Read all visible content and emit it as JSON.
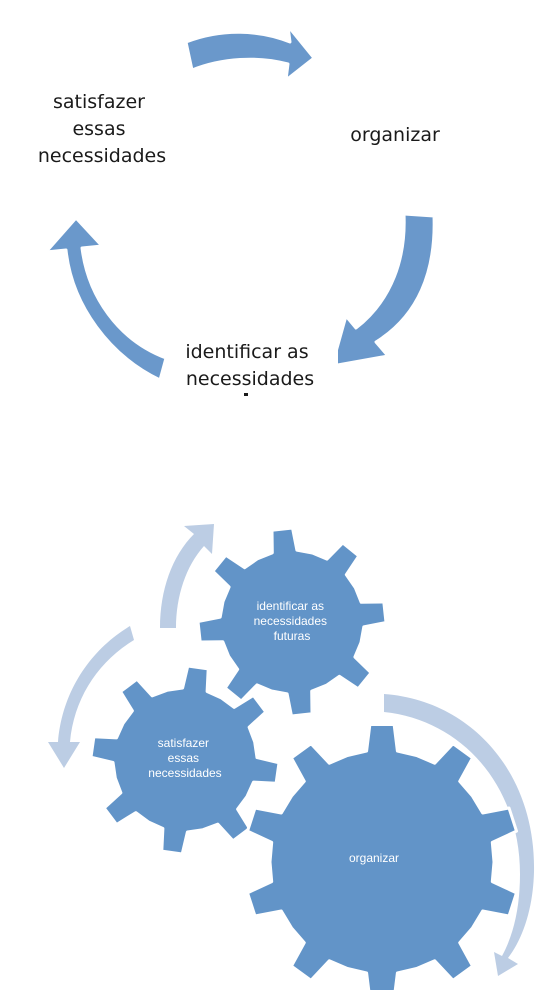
{
  "cycle_diagram": {
    "labels": {
      "satisfy": [
        "satisfazer",
        "essas",
        "necessidades"
      ],
      "organize": [
        "organizar"
      ],
      "identify": [
        "identificar as",
        "necessidades"
      ]
    },
    "arrow_color": "#6a98cb",
    "arrow_stroke": "#ffffff"
  },
  "gear_diagram": {
    "labels": {
      "identify": [
        "identificar as",
        "necessidades",
        "futuras"
      ],
      "satisfy": [
        "satisfazer",
        "essas",
        "necessidades"
      ],
      "organize": [
        "organizar"
      ]
    },
    "gear_color": "#6294c8",
    "arrow_color": "#bccde4"
  }
}
